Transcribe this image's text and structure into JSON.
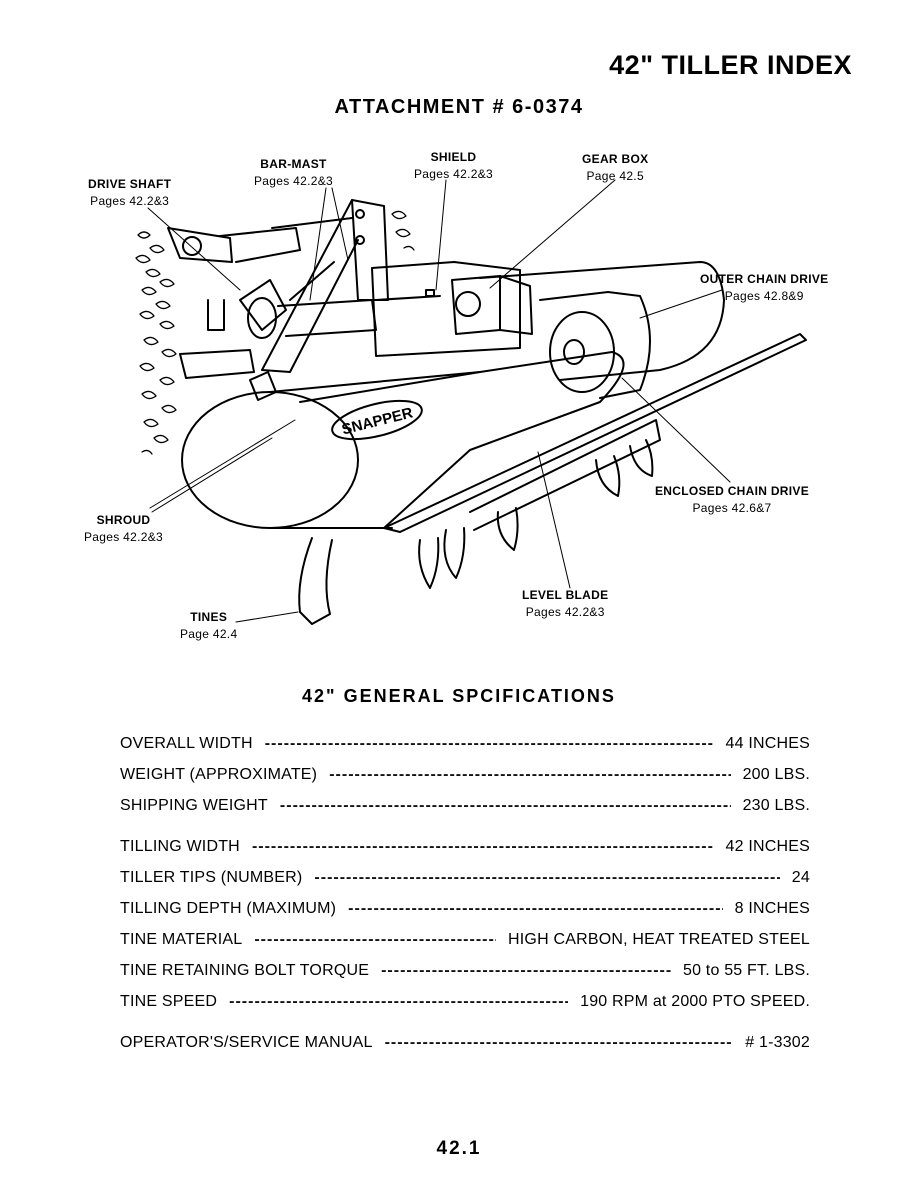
{
  "header": {
    "title": "42\" TILLER INDEX",
    "attachment": "ATTACHMENT # 6-0374"
  },
  "callouts": {
    "drive_shaft": {
      "name": "DRIVE SHAFT",
      "pages": "Pages 42.2&3"
    },
    "bar_mast": {
      "name": "BAR-MAST",
      "pages": "Pages 42.2&3"
    },
    "shield": {
      "name": "SHIELD",
      "pages": "Pages 42.2&3"
    },
    "gear_box": {
      "name": "GEAR BOX",
      "pages": "Page 42.5"
    },
    "outer_chain_drive": {
      "name": "OUTER CHAIN DRIVE",
      "pages": "Pages 42.8&9"
    },
    "enclosed_chain_drive": {
      "name": "ENCLOSED CHAIN DRIVE",
      "pages": "Pages 42.6&7"
    },
    "shroud": {
      "name": "SHROUD",
      "pages": "Pages 42.2&3"
    },
    "tines": {
      "name": "TINES",
      "pages": "Page 42.4"
    },
    "level_blade": {
      "name": "LEVEL BLADE",
      "pages": "Pages 42.2&3"
    }
  },
  "diagram": {
    "brand_text": "SNAPPER"
  },
  "specs": {
    "heading": "42\" GENERAL SPCIFICATIONS",
    "rows": [
      {
        "label": "OVERALL WIDTH",
        "value": "44 INCHES"
      },
      {
        "label": "WEIGHT (APPROXIMATE)",
        "value": "200 LBS."
      },
      {
        "label": "SHIPPING WEIGHT",
        "value": "230 LBS."
      },
      {
        "label": "TILLING WIDTH",
        "value": "42 INCHES"
      },
      {
        "label": "TILLER TIPS (NUMBER)",
        "value": "24"
      },
      {
        "label": "TILLING DEPTH  (MAXIMUM)",
        "value": "8 INCHES"
      },
      {
        "label": "TINE MATERIAL",
        "value": "HIGH CARBON, HEAT TREATED STEEL"
      },
      {
        "label": "TINE RETAINING BOLT TORQUE",
        "value": "50 to 55 FT. LBS."
      },
      {
        "label": "TINE SPEED",
        "value": "190 RPM at 2000 PTO SPEED."
      },
      {
        "label": "OPERATOR'S/SERVICE MANUAL",
        "value": "# 1-3302"
      }
    ]
  },
  "footer": {
    "page_number": "42.1"
  }
}
